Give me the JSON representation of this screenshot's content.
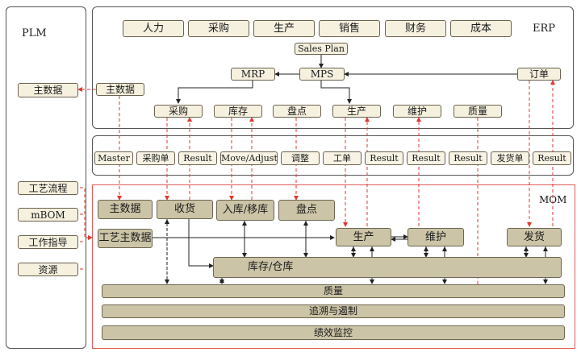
{
  "plm": {
    "title": "PLM",
    "master_data": "主数据",
    "items": [
      "工艺流程",
      "mBOM",
      "工作指导",
      "资源"
    ]
  },
  "erp": {
    "title": "ERP",
    "modules": [
      "人力",
      "采购",
      "生产",
      "销售",
      "财务",
      "成本"
    ],
    "sales_plan": "Sales Plan",
    "mrp": "MRP",
    "mps": "MPS",
    "order": "订单",
    "master_data": "主数据",
    "functions": [
      "采购",
      "库存",
      "盘点",
      "生产",
      "维护",
      "质量"
    ]
  },
  "interface": [
    "Master",
    "采购单",
    "Result",
    "Move/Adjust",
    "调整",
    "工单",
    "Result",
    "Result",
    "Result",
    "发货单",
    "Result"
  ],
  "mom": {
    "title": "MOM",
    "master_data": "主数据",
    "receiving": "收货",
    "stock_in_move": "入库/移库",
    "inventory_count": "盘点",
    "process_master_data": "工艺主数据",
    "production": "生产",
    "maintenance": "维护",
    "shipping": "发货",
    "warehouse": "库存/仓库",
    "quality": "质量",
    "traceability": "追溯与遏制",
    "performance": "绩效监控"
  }
}
